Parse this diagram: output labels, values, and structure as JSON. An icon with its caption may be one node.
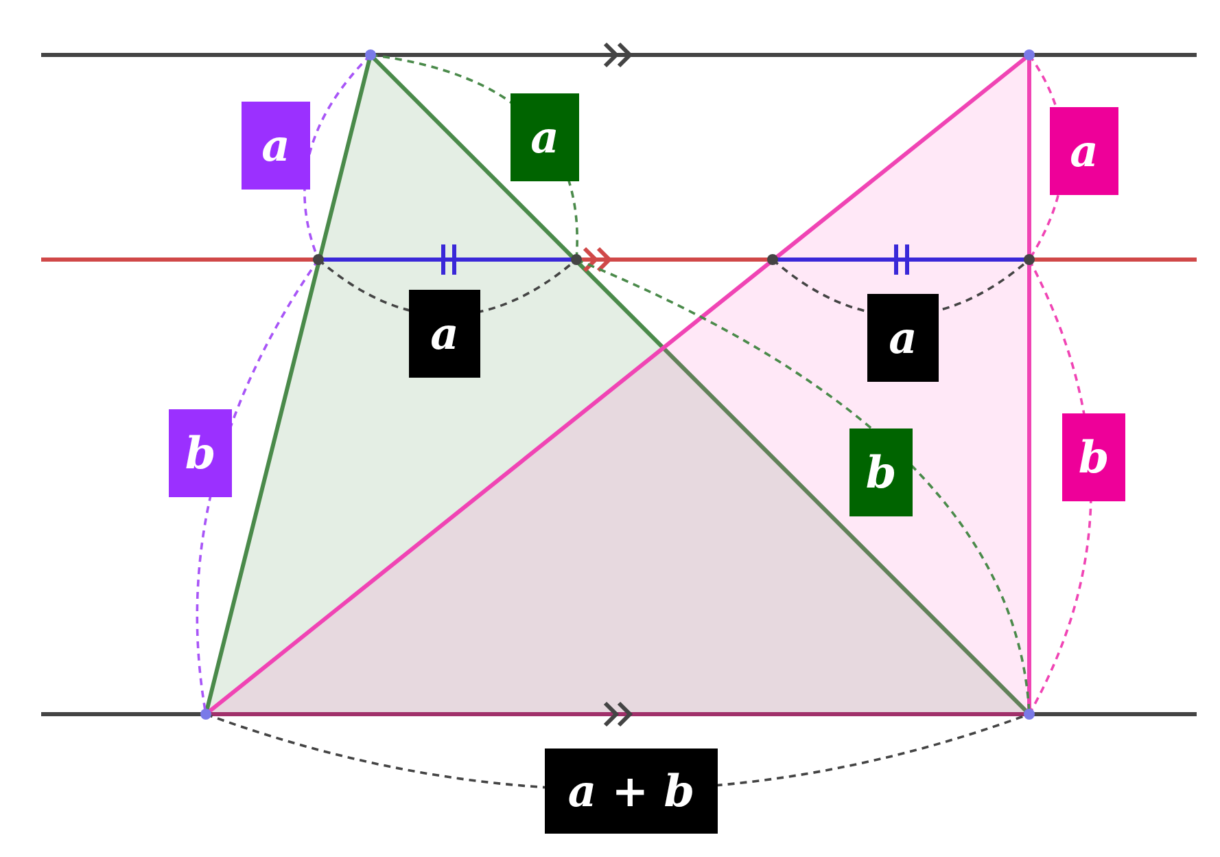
{
  "diagram": {
    "nodes": [
      {
        "text": [
          "a"
        ]
      },
      {
        "text": [
          "a"
        ]
      },
      {
        "text": [
          "a"
        ]
      },
      {
        "text": [
          "a"
        ]
      },
      {
        "text": [
          "a"
        ]
      },
      {
        "text": [
          "b"
        ]
      },
      {
        "text": [
          "b"
        ]
      },
      {
        "text": [
          "b"
        ]
      },
      {
        "text": [
          "a + b"
        ]
      }
    ]
  }
}
